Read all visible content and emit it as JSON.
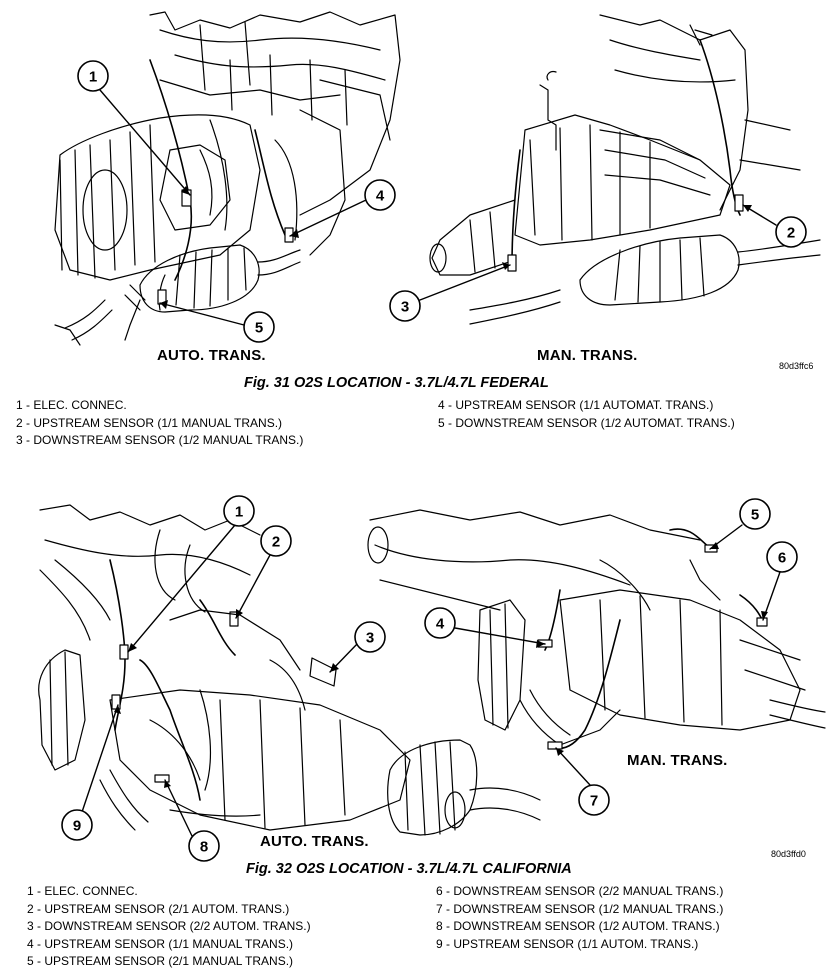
{
  "figure1": {
    "title": "Fig. 31 O2S LOCATION - 3.7L/4.7L FEDERAL",
    "code": "80d3ffc6",
    "left_label": "AUTO. TRANS.",
    "right_label": "MAN. TRANS.",
    "callouts": [
      "1",
      "4",
      "5",
      "2",
      "3"
    ],
    "legend_left": [
      "1 - ELEC. CONNEC.",
      "2 - UPSTREAM SENSOR (1/1 MANUAL TRANS.)",
      "3 - DOWNSTREAM SENSOR (1/2 MANUAL TRANS.)"
    ],
    "legend_right": [
      "4 - UPSTREAM SENSOR (1/1 AUTOMAT. TRANS.)",
      "5 - DOWNSTREAM SENSOR (1/2 AUTOMAT. TRANS.)"
    ]
  },
  "figure2": {
    "title": "Fig. 32 O2S LOCATION - 3.7L/4.7L CALIFORNIA",
    "code": "80d3ffd0",
    "left_label": "AUTO. TRANS.",
    "right_label": "MAN. TRANS.",
    "callouts": [
      "1",
      "2",
      "3",
      "9",
      "8",
      "5",
      "6",
      "4",
      "7"
    ],
    "legend_left": [
      "1 - ELEC. CONNEC.",
      "2 - UPSTREAM SENSOR (2/1 AUTOM. TRANS.)",
      "3 - DOWNSTREAM SENSOR (2/2 AUTOM. TRANS.)",
      "4 - UPSTREAM SENSOR (1/1 MANUAL TRANS.)",
      "5 - UPSTREAM SENSOR (2/1 MANUAL TRANS.)"
    ],
    "legend_right": [
      "6 - DOWNSTREAM SENSOR (2/2 MANUAL TRANS.)",
      "7 - DOWNSTREAM SENSOR (1/2 MANUAL TRANS.)",
      "8 - DOWNSTREAM SENSOR (1/2 AUTOM. TRANS.)",
      "9 - UPSTREAM SENSOR (1/1 AUTOM. TRANS.)"
    ]
  }
}
